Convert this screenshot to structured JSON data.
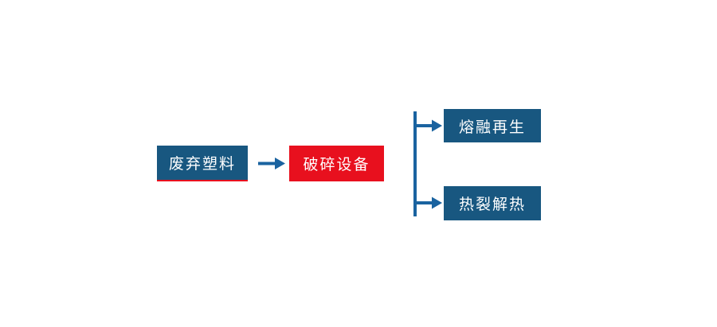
{
  "diagram": {
    "nodes": {
      "waste_plastic": {
        "label": "废弃塑料"
      },
      "crushing_equipment": {
        "label": "破碎设备"
      },
      "melt_regeneration": {
        "label": "熔融再生"
      },
      "pyrolysis_heat": {
        "label": "热裂解热"
      }
    },
    "edges": [
      {
        "from": "waste_plastic",
        "to": "crushing_equipment"
      },
      {
        "from": "crushing_equipment",
        "to": "melt_regeneration"
      },
      {
        "from": "crushing_equipment",
        "to": "pyrolysis_heat"
      }
    ]
  },
  "colors": {
    "node_blue": "#185780",
    "node_red": "#e8101e",
    "connector": "#1a63a0",
    "text": "#ffffff",
    "background": "#ffffff"
  }
}
